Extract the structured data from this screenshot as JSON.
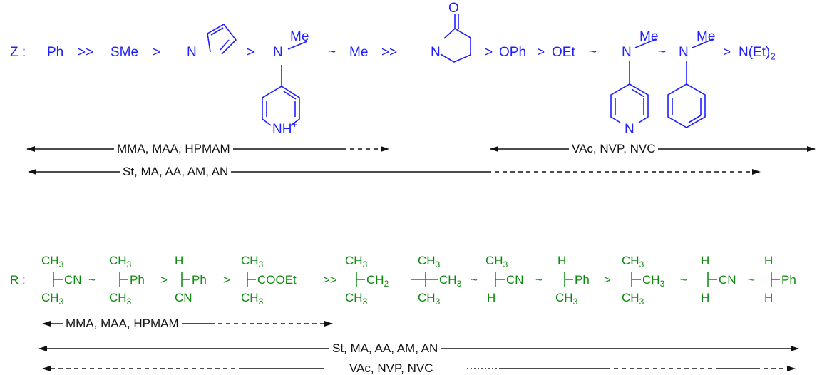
{
  "z_series": {
    "label": "Z :",
    "ph": "Ph",
    "gg1": ">>",
    "sme": "SMe",
    "gt1": ">",
    "pyrrole_n": "N",
    "gt2": ">",
    "pyr_n": "N",
    "pyr_me": "Me",
    "pyr_nh": "NH",
    "pyr_plus": "+",
    "tilde1": "~",
    "me": "Me",
    "gg2": ">>",
    "pyrrolidone_o": "O",
    "pyrrolidone_n": "N",
    "gt3": ">",
    "oph": "OPh",
    "gt4": ">",
    "oet": "OEt",
    "tilde2": "~",
    "dmap_n": "N",
    "dmap_me": "Me",
    "dmap_ring_n": "N",
    "tilde3": "~",
    "anil_n": "N",
    "anil_me": "Me",
    "gt5": ">",
    "net2_main": "N(Et)",
    "net2_sub": "2"
  },
  "z_ranges": {
    "r1": "MMA, MAA, HPMAM",
    "r2": "VAc, NVP, NVC",
    "r3": "St, MA, AA, AM, AN"
  },
  "r_series": {
    "label": "R :",
    "ch3": "CH",
    "three": "3",
    "h": "H",
    "cn": "CN",
    "ph": "Ph",
    "cooet": "COOEt",
    "ch2": "CH",
    "two": "2",
    "tilde": "~",
    "gt": ">",
    "gg": ">>"
  },
  "r_ranges": {
    "r1": "MMA, MAA, HPMAM",
    "r2": "St, MA, AA, AM, AN",
    "r3": "VAc, NVP, NVC"
  },
  "colors": {
    "z_series": "#1f1fff",
    "r_series": "#0c8a0c",
    "arrows": "#111111"
  }
}
